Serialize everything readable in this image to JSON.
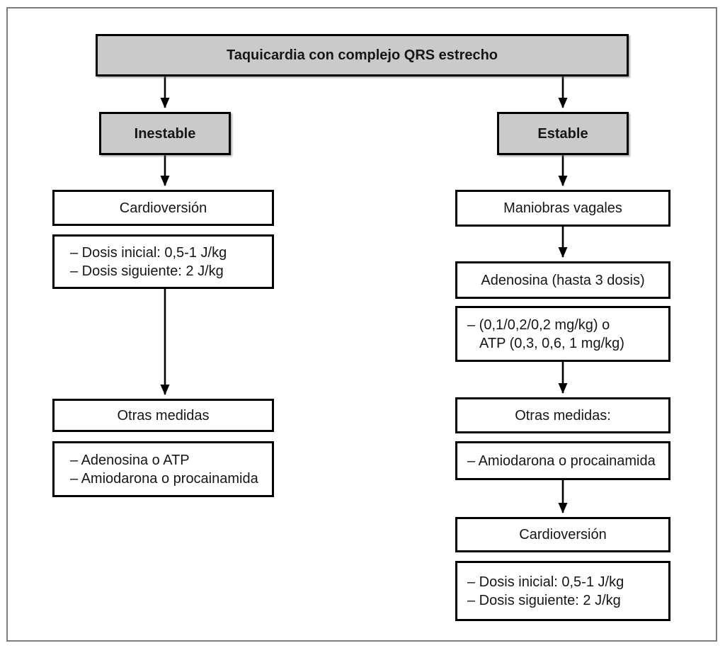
{
  "colors": {
    "node_fill_gray": "#cacaca",
    "node_fill_white": "#ffffff",
    "border": "#000000",
    "frame": "#7d7d7d"
  },
  "root": {
    "title": "Taquicardia con complejo QRS estrecho"
  },
  "branches": {
    "left": {
      "label": "Inestable",
      "nodes": {
        "cardioversion": "Cardioversión",
        "dosis": [
          "– Dosis inicial: 0,5-1 J/kg",
          "– Dosis siguiente: 2 J/kg"
        ],
        "otras_medidas": "Otras medidas",
        "farmacos": [
          "– Adenosina o ATP",
          "– Amiodarona o procainamida"
        ]
      }
    },
    "right": {
      "label": "Estable",
      "nodes": {
        "maniobras_vagales": "Maniobras vagales",
        "adenosina": "Adenosina (hasta 3 dosis)",
        "adenosina_dosis": [
          "– (0,1/0,2/0,2 mg/kg) o",
          "ATP (0,3, 0,6, 1 mg/kg)"
        ],
        "otras_medidas": "Otras medidas:",
        "farmacos": [
          "– Amiodarona o procainamida"
        ],
        "cardioversion": "Cardioversión",
        "cardioversion_dosis": [
          "– Dosis inicial: 0,5-1 J/kg",
          "– Dosis siguiente: 2 J/kg"
        ]
      }
    }
  }
}
